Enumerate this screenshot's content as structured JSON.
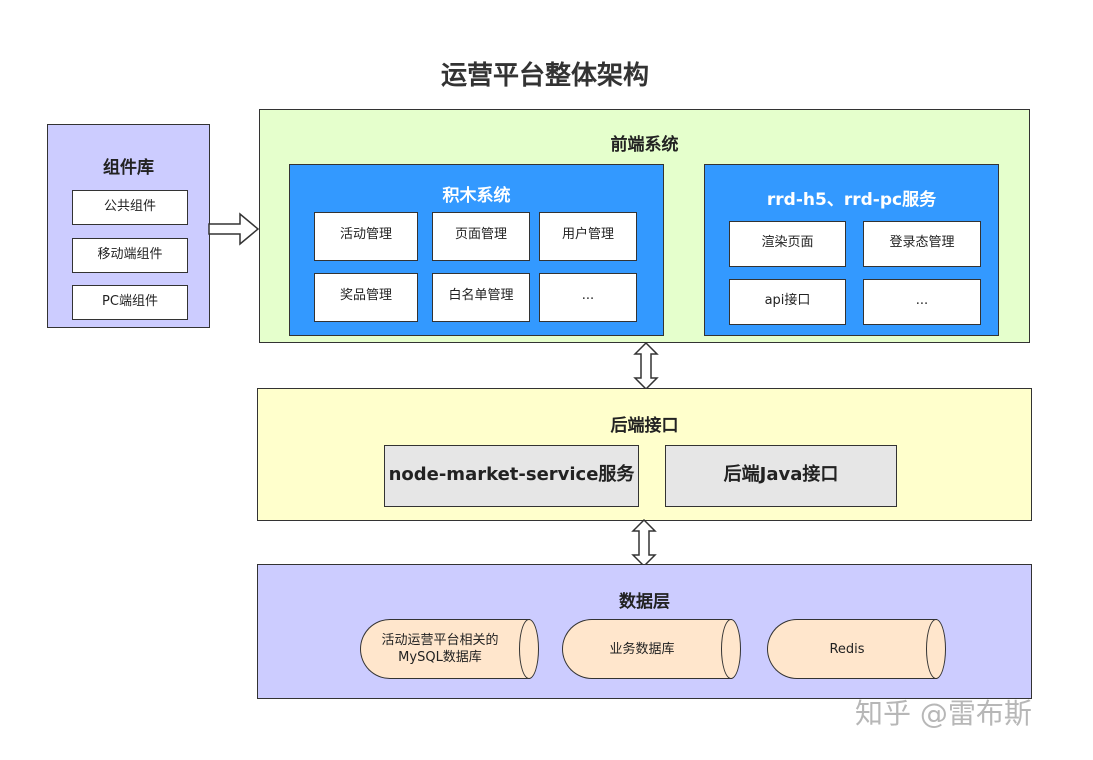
{
  "title": "运营平台整体架构",
  "component_library": {
    "title": "组件库",
    "items": [
      "公共组件",
      "移动端组件",
      "PC端组件"
    ]
  },
  "frontend": {
    "title": "前端系统",
    "blocks": {
      "title": "积木系统",
      "items": [
        "活动管理",
        "页面管理",
        "用户管理",
        "奖品管理",
        "白名单管理",
        "..."
      ]
    },
    "services": {
      "title": "rrd-h5、rrd-pc服务",
      "items": [
        "渲染页面",
        "登录态管理",
        "api接口",
        "..."
      ]
    }
  },
  "backend": {
    "title": "后端接口",
    "items": [
      "node-market-service服务",
      "后端Java接口"
    ]
  },
  "data_layer": {
    "title": "数据层",
    "databases": [
      "活动运营平台相关的MySQL数据库",
      "业务数据库",
      "Redis"
    ]
  },
  "watermark": "知乎 @雷布斯",
  "colors": {
    "component_library_bg": "#ccccff",
    "frontend_bg": "#e5ffcc",
    "blue_box": "#3399ff",
    "backend_bg": "#ffffcc",
    "gray_box": "#e6e6e6",
    "data_layer_bg": "#ccccff",
    "database": "#ffe6cc"
  }
}
